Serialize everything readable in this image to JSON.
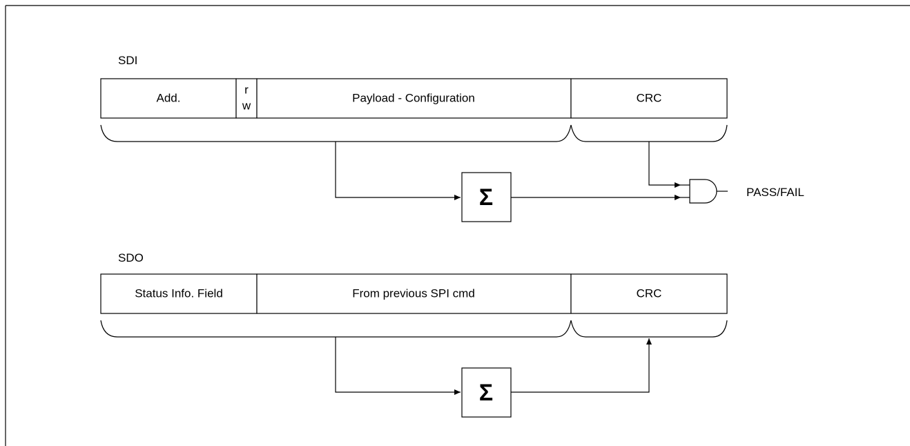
{
  "sdi": {
    "label": "SDI",
    "fields": {
      "address": "Add.",
      "rw_top": "r",
      "rw_bottom": "w",
      "payload": "Payload - Configuration",
      "crc": "CRC"
    }
  },
  "sdo": {
    "label": "SDO",
    "fields": {
      "status": "Status Info. Field",
      "previous": "From previous SPI cmd",
      "crc": "CRC"
    }
  },
  "sum_symbol": "Σ",
  "output_label": "PASS/FAIL"
}
